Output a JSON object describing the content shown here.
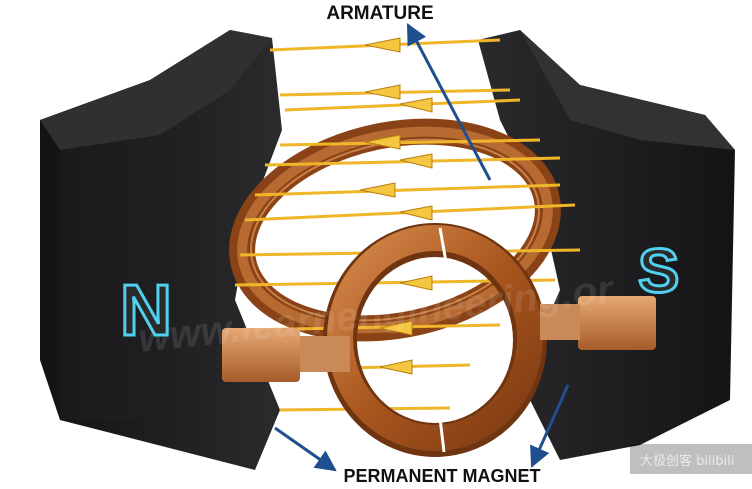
{
  "labels": {
    "armature": "ARMATURE",
    "permanent_magnet": "PERMANENT MAGNET",
    "north": "N",
    "south": "S"
  },
  "watermark": "www.learnengineering.or",
  "corner_mark": "大极创客  bilibili",
  "colors": {
    "magnet": "#1d1d1f",
    "pole_letter_outline": "#4fd0f0",
    "field_line": "#f0b62a",
    "copper": "#b8652a",
    "leader_line": "#1f4f8f"
  },
  "icons": [
    "field-arrow",
    "leader-arrow"
  ]
}
